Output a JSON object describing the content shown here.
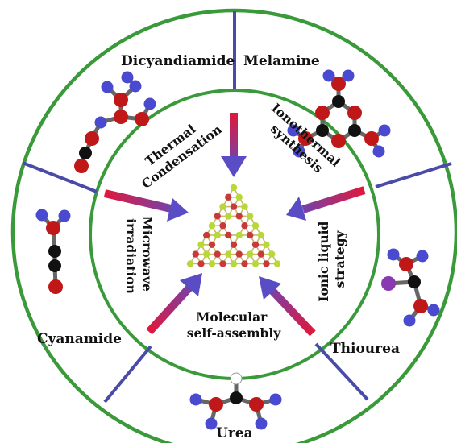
{
  "precursors": {
    "dicyandiamide": "Dicyandiamide",
    "melamine": "Melamine",
    "cyanamide": "Cyanamide",
    "thiourea": "Thiourea",
    "urea": "Urea"
  },
  "methods": {
    "thermal_condensation": [
      "Thermal",
      "Condensation"
    ],
    "ionothermal_synthesis": [
      "Ionothermal",
      "synthesis"
    ],
    "microwave_irradiation": [
      "Microwave",
      "irradiation"
    ],
    "ionic_liquid_strategy": [
      "Ionic liquid",
      "strategy"
    ],
    "molecular_self_assembly": [
      "Molecular",
      "self-assembly"
    ]
  },
  "colors": {
    "ring": "#3a9a3a",
    "divider": "#4a4aa8",
    "arrow_start": "#e0183c",
    "arrow_end": "#5a4cc4",
    "nitrogen": "#4a4ad0",
    "carbon": "#111111",
    "oxygen": "#c01818",
    "hydrogen": "#ffffff",
    "sulfur": "#8a3ab0",
    "lattice_a": "#c83a3a",
    "lattice_b": "#b8d838"
  }
}
